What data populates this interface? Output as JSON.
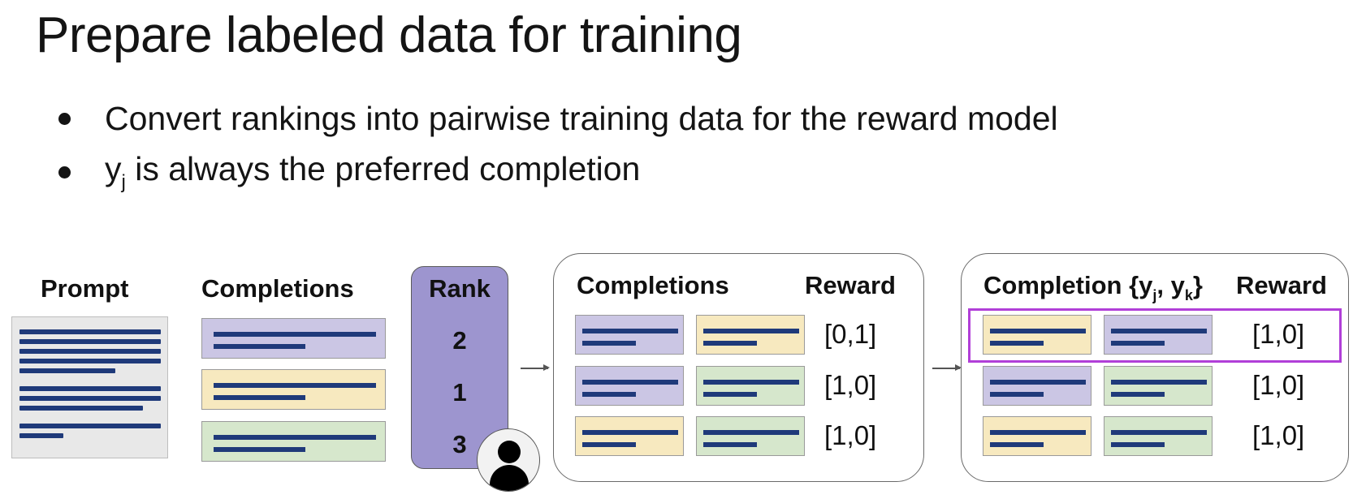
{
  "title": "Prepare labeled data for training",
  "bullets": [
    {
      "text": "Convert rankings into pairwise training data for the reward model"
    },
    {
      "pre": "y",
      "sub": "j",
      "post": " is always the preferred completion"
    }
  ],
  "diagram": {
    "prompt_label": "Prompt",
    "completions_label": "Completions",
    "rank_label": "Rank",
    "ranks": [
      "2",
      "1",
      "3"
    ],
    "completion_colors": [
      "purple",
      "yellow",
      "green"
    ],
    "pairs_box": {
      "completions_label": "Completions",
      "reward_label": "Reward",
      "rows": [
        {
          "left": "purple",
          "right": "yellow",
          "reward": "[0,1]"
        },
        {
          "left": "purple",
          "right": "green",
          "reward": "[1,0]"
        },
        {
          "left": "yellow",
          "right": "green",
          "reward": "[1,0]"
        }
      ]
    },
    "ordered_box": {
      "completion_label_pre": "Completion {y",
      "completion_label_sub1": "j",
      "completion_label_mid": ", y",
      "completion_label_sub2": "k",
      "completion_label_post": "}",
      "reward_label": "Reward",
      "rows": [
        {
          "left": "yellow",
          "right": "purple",
          "reward": "[1,0]",
          "highlighted": true
        },
        {
          "left": "purple",
          "right": "green",
          "reward": "[1,0]"
        },
        {
          "left": "yellow",
          "right": "green",
          "reward": "[1,0]"
        }
      ]
    },
    "colors": {
      "purple": "#cbc6e4",
      "yellow": "#f7e9bf",
      "green": "#d6e7cc",
      "rank_box": "#9d95cf",
      "highlight": "#b13fd8",
      "line": "#1f3a7a"
    },
    "icons": [
      "person-icon",
      "arrow-right-icon"
    ]
  }
}
